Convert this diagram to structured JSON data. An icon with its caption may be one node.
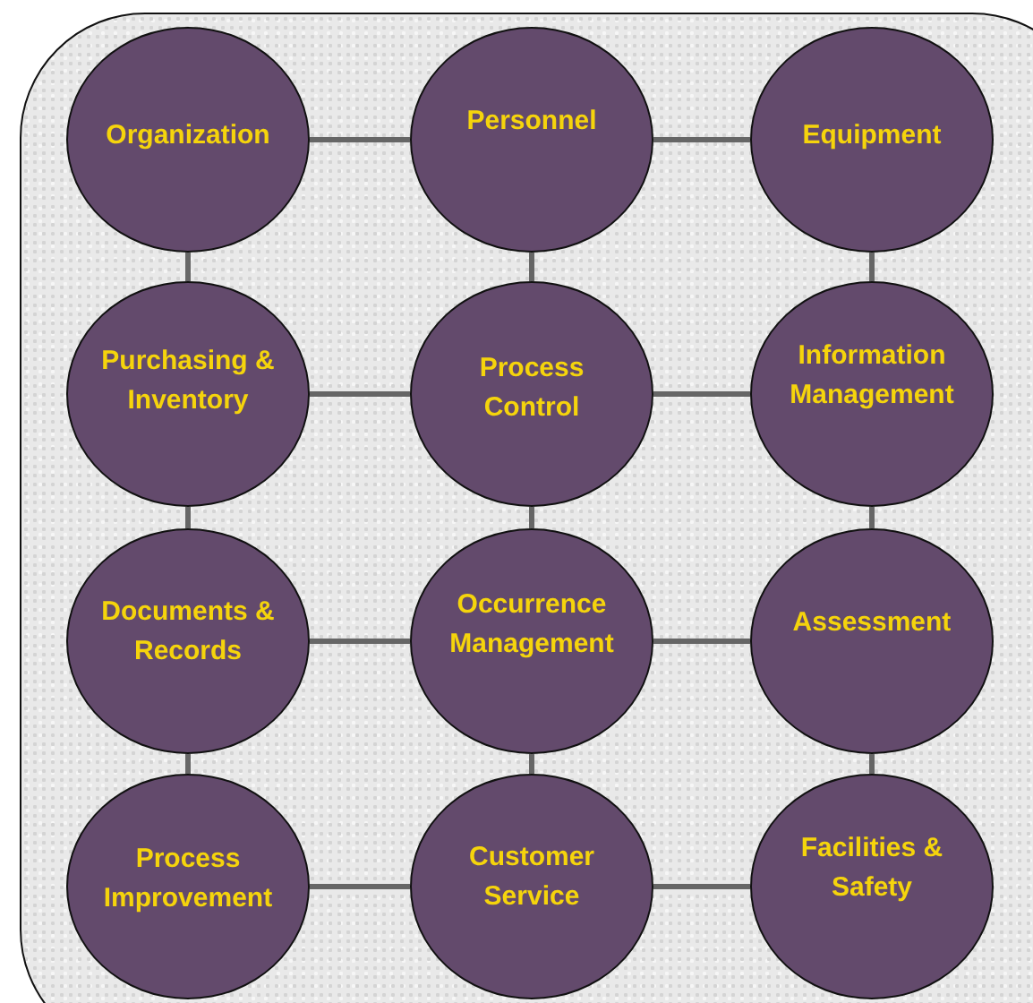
{
  "diagram": {
    "nodes": [
      {
        "text": [
          "Organization"
        ]
      },
      {
        "text": [
          "Personnel"
        ]
      },
      {
        "text": [
          "Equipment"
        ]
      },
      {
        "text": [
          "Purchasing & Inventory"
        ]
      },
      {
        "text": [
          "Process Control"
        ]
      },
      {
        "text": [
          "Information Management"
        ]
      },
      {
        "text": [
          "Documents & Records"
        ]
      },
      {
        "text": [
          "Occurrence Management"
        ]
      },
      {
        "text": [
          "Assessment"
        ]
      },
      {
        "text": [
          "Process Improvement"
        ]
      },
      {
        "text": [
          "Customer Service"
        ]
      },
      {
        "text": [
          "Facilities & Safety"
        ]
      }
    ],
    "edges": [
      {
        "from": 0,
        "to": 1,
        "arrow": "none"
      },
      {
        "from": 1,
        "to": 2,
        "arrow": "none"
      },
      {
        "from": 0,
        "to": 3,
        "arrow": "none"
      },
      {
        "from": 1,
        "to": 4,
        "arrow": "none"
      },
      {
        "from": 2,
        "to": 5,
        "arrow": "none"
      },
      {
        "from": 3,
        "to": 4,
        "arrow": "none"
      },
      {
        "from": 4,
        "to": 5,
        "arrow": "none"
      },
      {
        "from": 3,
        "to": 6,
        "arrow": "none"
      },
      {
        "from": 4,
        "to": 7,
        "arrow": "none"
      },
      {
        "from": 5,
        "to": 8,
        "arrow": "none"
      },
      {
        "from": 6,
        "to": 7,
        "arrow": "none"
      },
      {
        "from": 7,
        "to": 8,
        "arrow": "none"
      },
      {
        "from": 6,
        "to": 9,
        "arrow": "none"
      },
      {
        "from": 7,
        "to": 10,
        "arrow": "none"
      },
      {
        "from": 8,
        "to": 11,
        "arrow": "none"
      },
      {
        "from": 9,
        "to": 10,
        "arrow": "none"
      },
      {
        "from": 10,
        "to": 11,
        "arrow": "none"
      }
    ]
  }
}
